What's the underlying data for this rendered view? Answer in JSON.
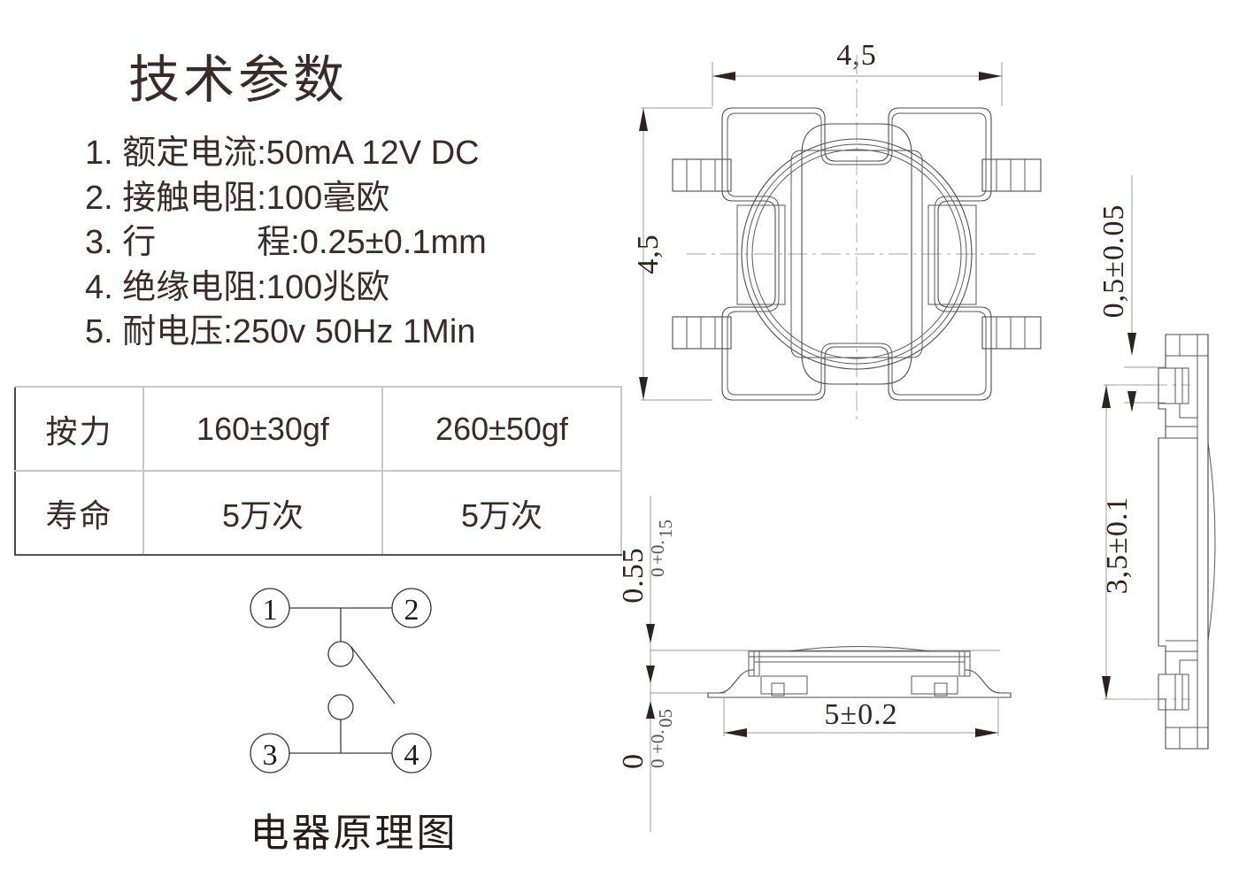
{
  "document": {
    "kind": "mechanical-drawing",
    "subject": "SMD tact switch 4.5 x 4.5 mm"
  },
  "spec": {
    "title": "技术参数",
    "items": [
      {
        "index": "1.",
        "label": "额定电流",
        "sep": ":",
        "value": "50mA  12V DC",
        "line": "1. 额定电流:50mA  12V DC"
      },
      {
        "index": "2.",
        "label": "接触电阻",
        "sep": ":",
        "value": "100毫欧",
        "line": "2. 接触电阻:100毫欧"
      },
      {
        "index": "3.",
        "label": "行　　程",
        "sep": ":",
        "value": "0.25±0.1mm",
        "line": "3. 行　　　程:0.25±0.1mm"
      },
      {
        "index": "4.",
        "label": "绝缘电阻",
        "sep": ":",
        "value": "100兆欧",
        "line": "4. 绝缘电阻:100兆欧"
      },
      {
        "index": "5.",
        "label": "耐电压",
        "sep": ":",
        "value": "250v  50Hz  1Min",
        "line": "5. 耐电压:250v  50Hz  1Min"
      }
    ]
  },
  "table": {
    "rows": [
      {
        "header": "按力",
        "col1": "160±30gf",
        "col2": "260±50gf"
      },
      {
        "header": "寿命",
        "col1": "5万次",
        "col2": "5万次"
      }
    ]
  },
  "schematic": {
    "caption": "电器原理图",
    "terminals": [
      {
        "id": "1",
        "label": "1"
      },
      {
        "id": "2",
        "label": "2"
      },
      {
        "id": "3",
        "label": "3"
      },
      {
        "id": "4",
        "label": "4"
      }
    ]
  },
  "dimensions": {
    "top_view_width": "4,5",
    "top_view_height": "4,5",
    "side_view_lead_thickness": "0,5±0.05",
    "side_view_body_height": "3,5±0.1",
    "front_view_width": "5±0.2",
    "front_view_lead_height_value": "0.55",
    "front_view_lead_height_tol_upper": "+0.",
    "front_view_lead_height_tol_upper_frac": "15",
    "front_view_lead_height_tol_lower": "0",
    "front_view_base_value": "0",
    "front_view_base_tol_upper": "+0.",
    "front_view_base_tol_upper_frac": "05",
    "front_view_base_tol_lower": "0"
  },
  "colors": {
    "text": "#3a2b29",
    "outline": "#4d4d4d",
    "dimension_line": "#9b9b9b",
    "table_border": "#c9c9c9",
    "background": "#ffffff"
  }
}
